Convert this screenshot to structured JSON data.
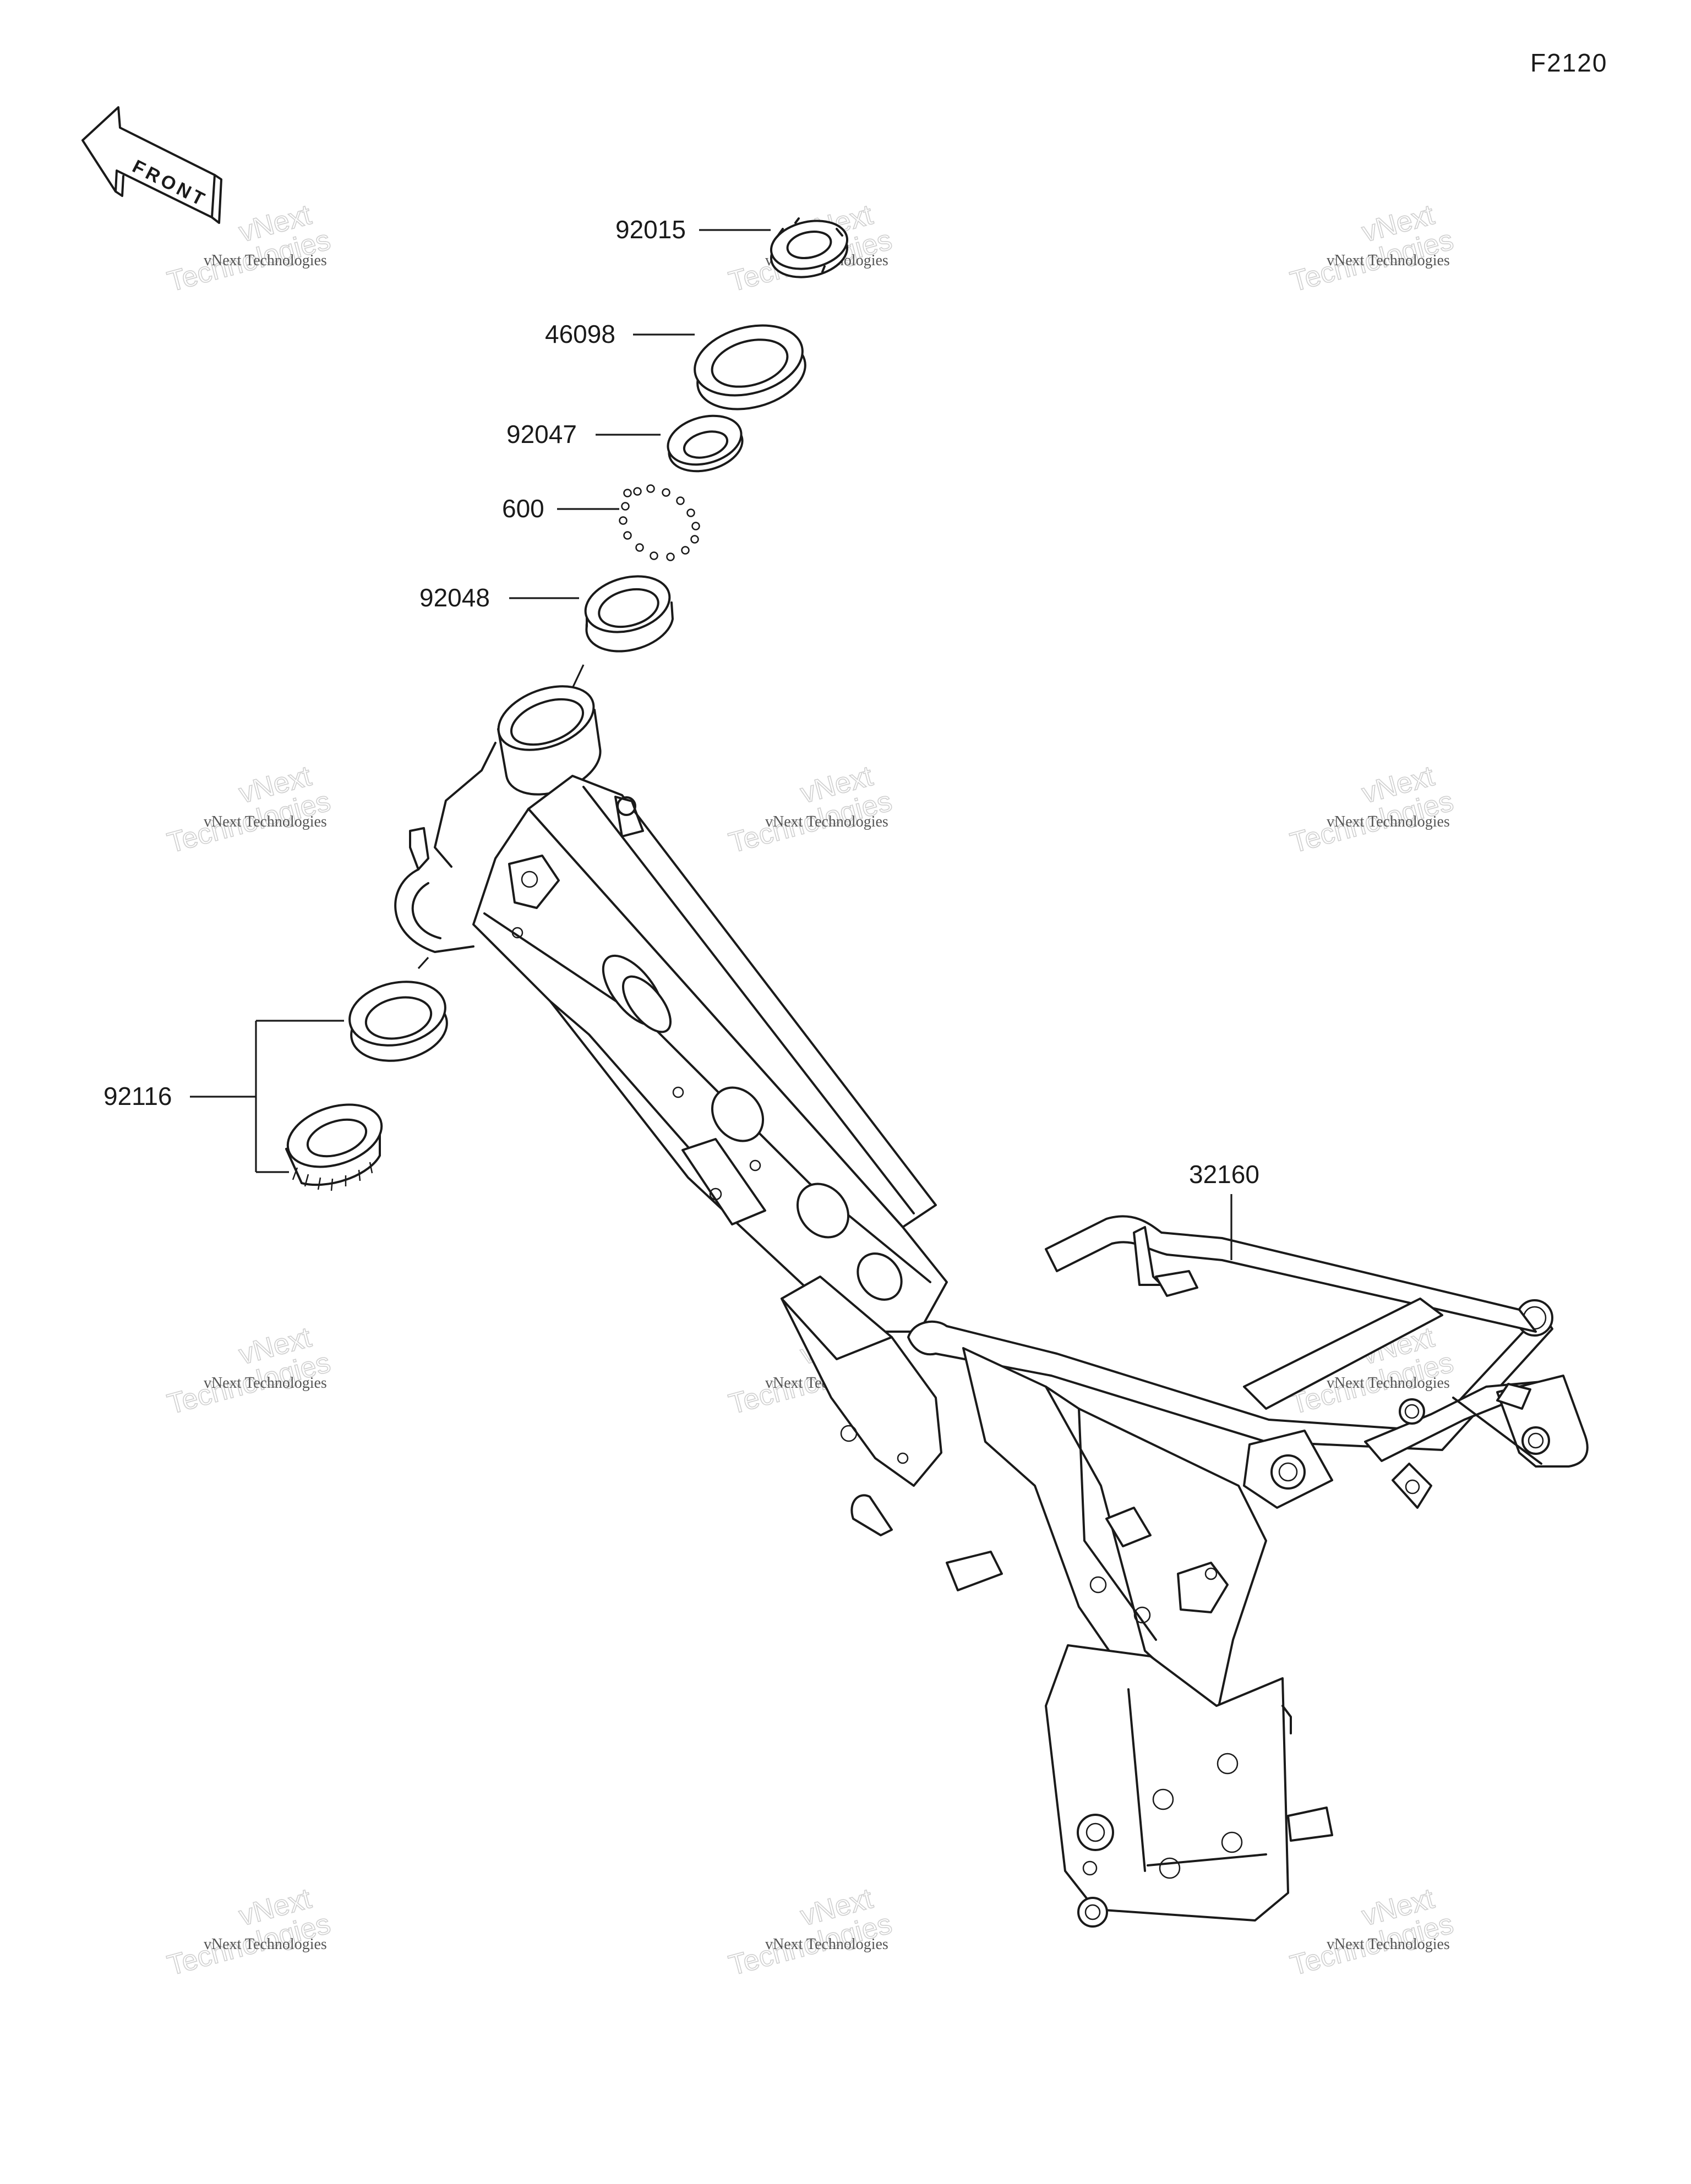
{
  "figure_code": "F2120",
  "front_label": "FRONT",
  "callouts": {
    "p92015": "92015",
    "p46098": "46098",
    "p92047": "92047",
    "p600": "600",
    "p92048": "92048",
    "p92116": "92116",
    "p32160": "32160"
  },
  "watermark": {
    "small": "vNext Technologies",
    "big_line1": "vNext",
    "big_line2": "Technologies"
  },
  "colors": {
    "line": "#1a1a1a",
    "watermark": "#cfcfcf",
    "background": "#ffffff"
  }
}
